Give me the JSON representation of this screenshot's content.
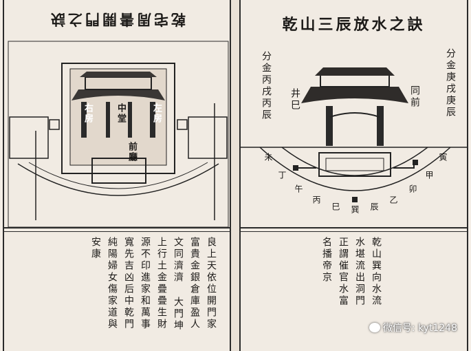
{
  "left_page": {
    "title": "乾宅周書開門之訣",
    "rooms": {
      "center": "中堂",
      "right": "右房",
      "left": "左房",
      "front": "前廳"
    },
    "body_text_columns": [
      "良上天依位開門家",
      "富貴金銀倉庫盈人",
      "文同濟濟 大門坤",
      "上行土金疊疊生財",
      "源不印進家和萬事",
      "寬先吉凶后中乾門",
      "純陽婦女傷家道與",
      "安康"
    ]
  },
  "right_page": {
    "title": "乾山三辰放水之訣",
    "left_note": "分金丙戌丙辰",
    "inner_left_note": "井巳",
    "inner_right_note": "同前",
    "right_note": "分金庚戌庚辰",
    "compass_labels": [
      "未",
      "丁",
      "午",
      "丙",
      "巳",
      "巽",
      "辰",
      "乙",
      "卯",
      "甲",
      "寅"
    ],
    "body_text_columns": [
      "乾山巽向水流",
      "水堪流出洞門",
      "正謂催官水富",
      "名播帝京"
    ]
  },
  "watermark": {
    "text": "微信号: kyt1248"
  }
}
